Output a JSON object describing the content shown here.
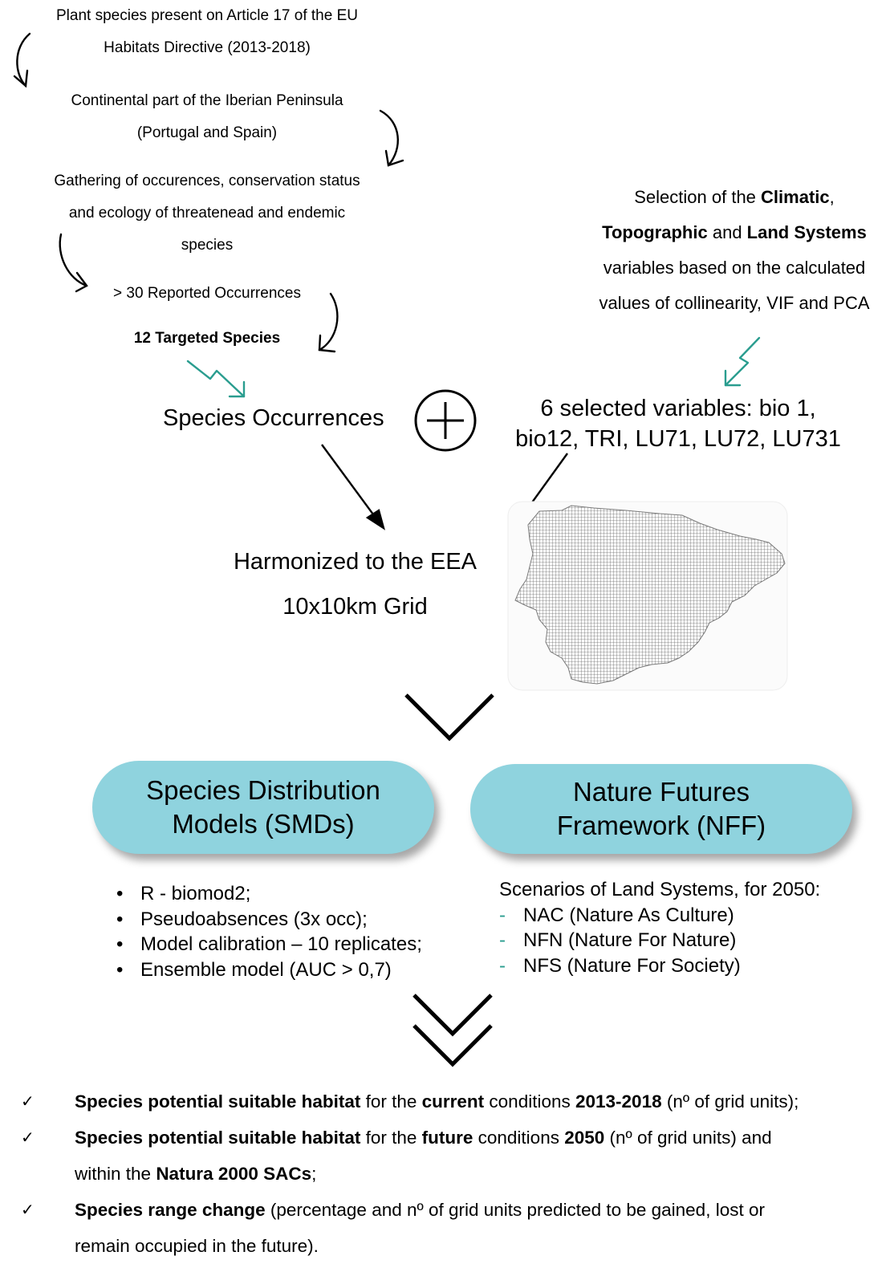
{
  "steps": {
    "step1": [
      "Plant species present on Article 17 of the EU",
      "Habitats Directive (2013-2018)"
    ],
    "step2": [
      "Continental part of the Iberian Peninsula",
      "(Portugal and Spain)"
    ],
    "step3": [
      "Gathering of occurences, conservation status",
      "and ecology of threatenead and endemic",
      "species"
    ],
    "step4": "> 30 Reported Occurrences",
    "step5": "12 Targeted Species"
  },
  "variables_selection": {
    "l1_a": "Selection of the ",
    "l1_b": "Climatic",
    "l1_c": ",",
    "l2_a": "Topographic",
    "l2_b": " and ",
    "l2_c": "Land Systems",
    "l3": "variables based on the calculated",
    "l4": "values of collinearity, VIF and PCA"
  },
  "species_occurrences": "Species Occurrences",
  "selected_variables": [
    "6 selected variables: bio 1,",
    "bio12, TRI, LU71, LU72, LU731"
  ],
  "harmonized": [
    "Harmonized to the EEA",
    "10x10km Grid"
  ],
  "sdm_box": [
    "Species Distribution",
    "Models (SMDs)"
  ],
  "nff_box": [
    "Nature Futures",
    "Framework (NFF)"
  ],
  "sdm_list": [
    "R - biomod2;",
    "Pseudoabsences (3x occ);",
    "Model calibration – 10 replicates;",
    "Ensemble model (AUC > 0,7)"
  ],
  "nff_title": "Scenarios of Land Systems, for 2050:",
  "nff_list": [
    "NAC (Nature As Culture)",
    "NFN (Nature For Nature)",
    "NFS (Nature For Society)"
  ],
  "outputs": {
    "o1": {
      "a": "Species potential suitable habitat",
      "b": " for the ",
      "c": "current",
      "d": " conditions ",
      "e": "2013-2018",
      "f": " (nº of grid units);"
    },
    "o2": {
      "a": "Species potential suitable habitat",
      "b": " for the ",
      "c": "future",
      "d": " conditions ",
      "e": "2050",
      "f": " (nº of grid units) and",
      "g": "within the ",
      "h": "Natura 2000 SACs",
      "i": ";"
    },
    "o3": {
      "a": "Species range change",
      "b": " (percentage and nº of grid units predicted to be gained, lost or",
      "c": "remain occupied in the future)."
    }
  },
  "colors": {
    "accent_teal": "#2a9d8f",
    "box_fill": "#8fd3de",
    "map_fill": "#cfcfcf"
  },
  "icons": [
    "plus-circle-icon",
    "chevron-down-icon",
    "double-chevron-down-icon",
    "check-icon"
  ]
}
